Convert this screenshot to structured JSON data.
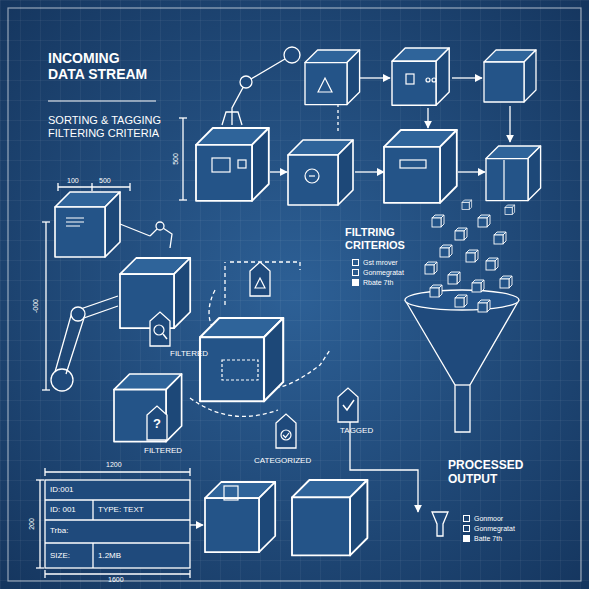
{
  "diagram": {
    "title": "INCOMING DATA STREAM",
    "labels": [
      "SORTING & TAGGING FILTERING CRITERIA",
      "500",
      "100",
      "500",
      "-000",
      "FILTRING CRITERIOS",
      "FILTERED",
      "?",
      "FILTERED",
      "CATEGORIZED",
      "TAGGED",
      "1200",
      "PROCESSED OUTPUT",
      "ID:001",
      "ID: 001",
      "TYPE: TEXT",
      "Trba:",
      "SIZE:",
      "1.2MB",
      "200",
      "1600"
    ],
    "legend": [
      {
        "text": "Gst mrover"
      },
      {
        "text": "Gonmegratat"
      },
      {
        "text": "Rbate 7th",
        "color": "#ffffff"
      },
      {
        "text": "Gonmoor"
      },
      {
        "text": "Gonmegratat"
      },
      {
        "text": "Batte 7th",
        "color": "#ffffff"
      }
    ]
  }
}
